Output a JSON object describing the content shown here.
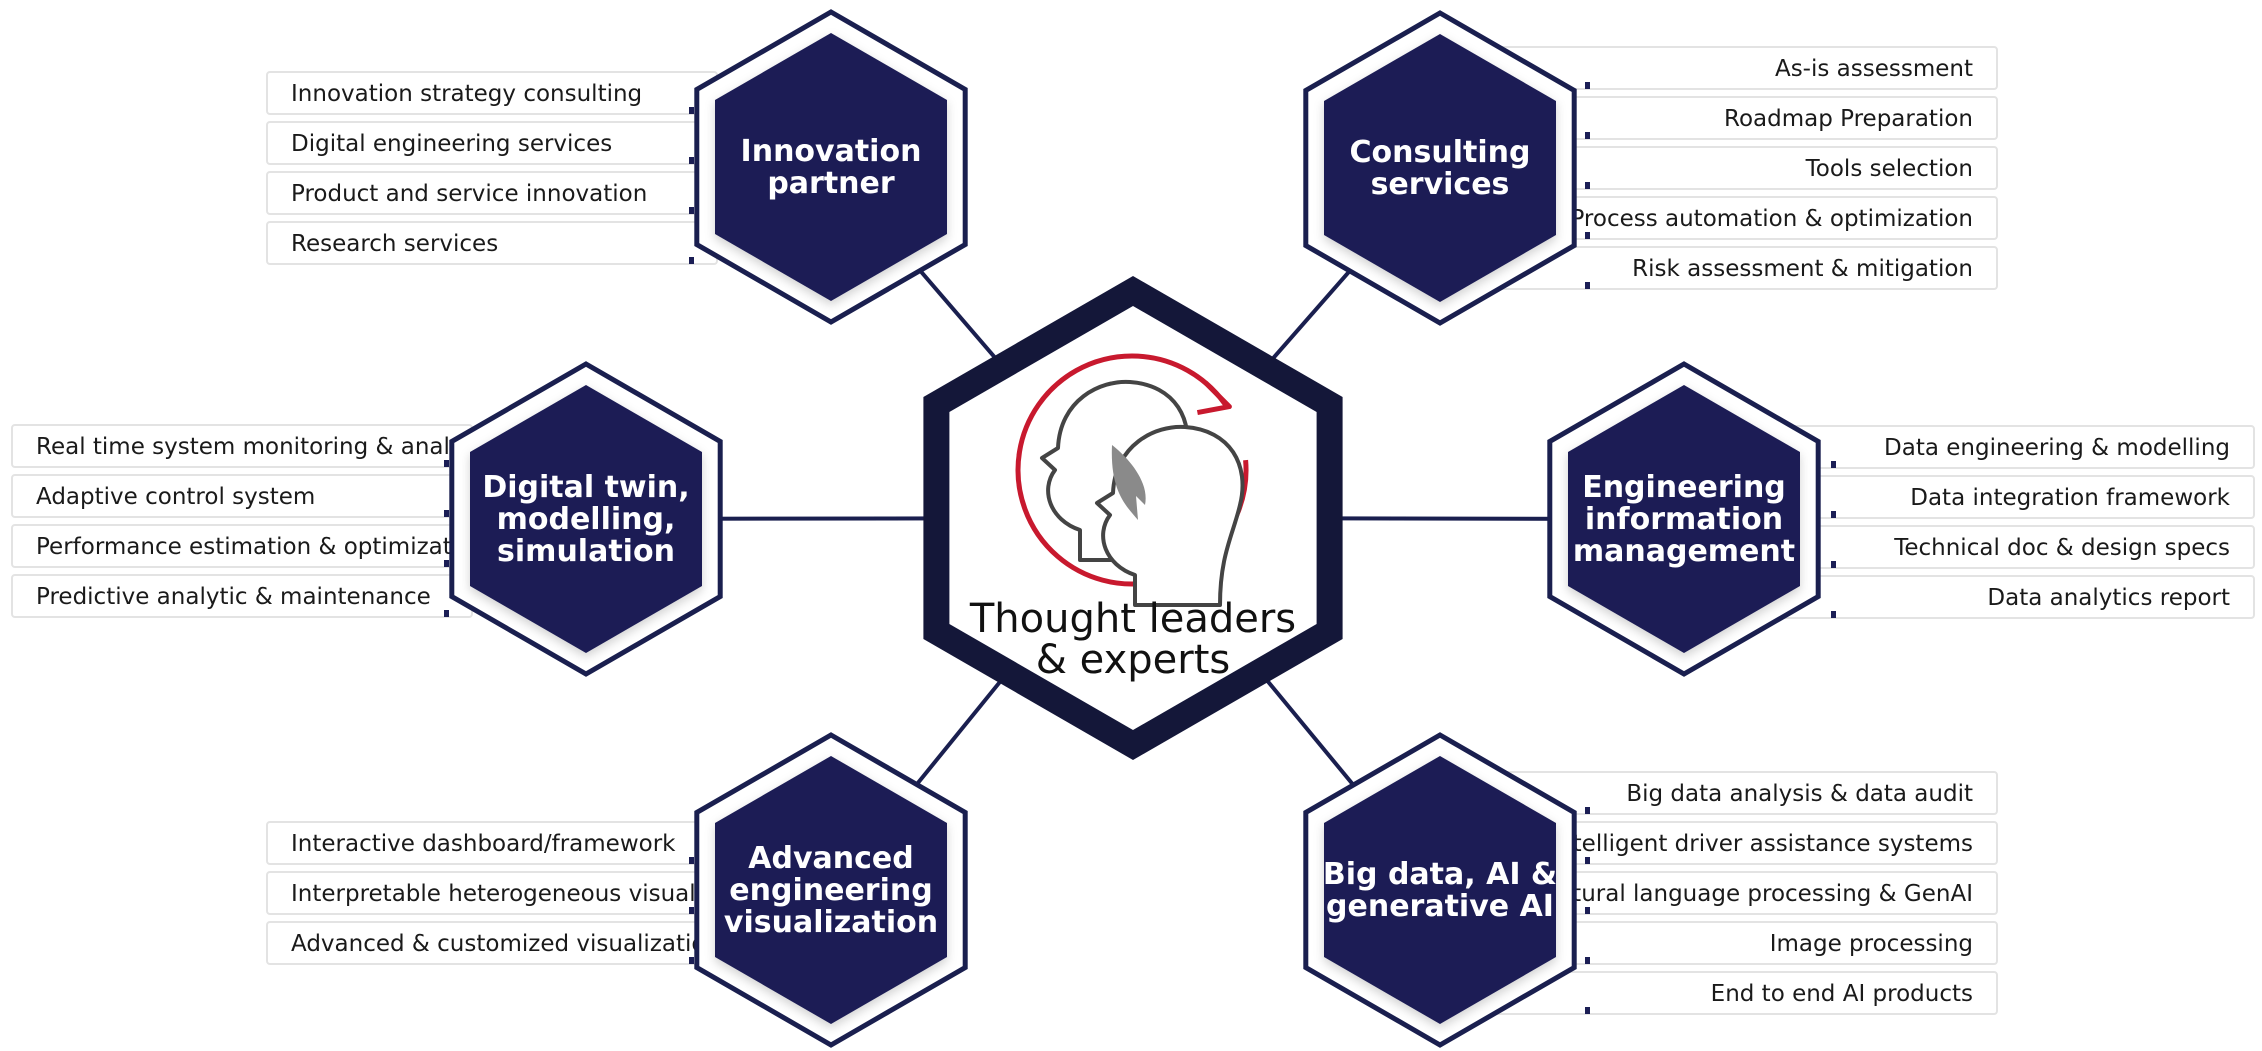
{
  "center": {
    "title_line1": "Thought leaders",
    "title_line2": "& experts",
    "icon": "two-heads-cycle-icon",
    "icon_ring_color": "#c8192e"
  },
  "colors": {
    "navy": "#1b1e55",
    "outline": "#1a1f4f",
    "pill_border": "#e3e3e3",
    "icon_red": "#c8192e"
  },
  "nodes": [
    {
      "id": "innovation-partner",
      "title": [
        "Innovation",
        "partner"
      ],
      "items": [
        "Innovation strategy consulting",
        "Digital engineering services",
        "Product and service innovation",
        "Research services"
      ]
    },
    {
      "id": "consulting-services",
      "title": [
        "Consulting",
        "services"
      ],
      "items": [
        "As-is assessment",
        "Roadmap Preparation",
        "Tools selection",
        "Process automation & optimization",
        "Risk assessment & mitigation"
      ]
    },
    {
      "id": "digital-twin",
      "title": [
        "Digital twin,",
        "modelling,",
        "simulation"
      ],
      "items": [
        "Real time system monitoring & analysis",
        "Adaptive control system",
        "Performance estimation & optimization",
        "Predictive analytic & maintenance"
      ]
    },
    {
      "id": "engineering-information-management",
      "title": [
        "Engineering",
        "information",
        "management"
      ],
      "items": [
        "Data engineering & modelling",
        "Data integration framework",
        "Technical doc & design specs",
        "Data analytics report"
      ]
    },
    {
      "id": "advanced-engineering-visualization",
      "title": [
        "Advanced",
        "engineering",
        "visualization"
      ],
      "items": [
        "Interactive dashboard/framework",
        "Interpretable heterogeneous visualization",
        "Advanced & customized visualizations"
      ]
    },
    {
      "id": "big-data-ai",
      "title": [
        "Big data, AI &",
        "generative AI"
      ],
      "items": [
        "Big data analysis & data audit",
        "Intelligent driver assistance systems",
        "Natural language processing & GenAI",
        "Image processing",
        "End to end AI products"
      ]
    }
  ]
}
